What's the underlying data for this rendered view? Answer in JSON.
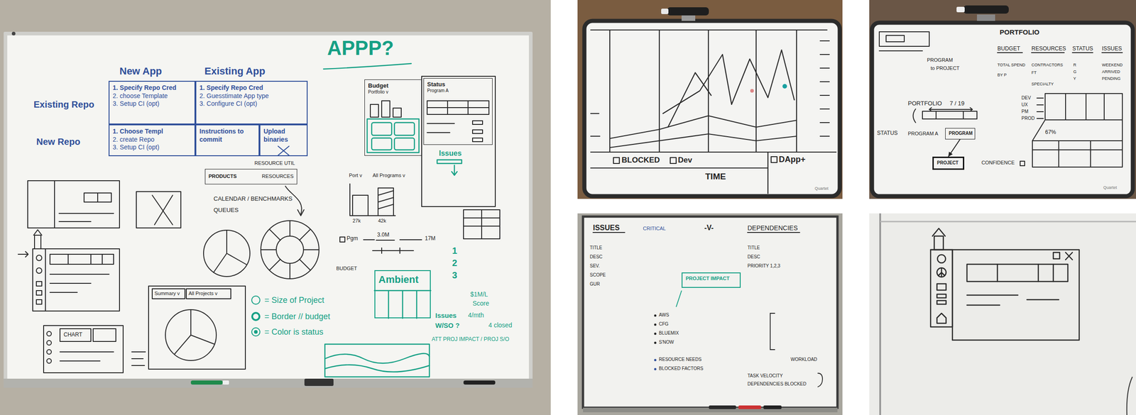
{
  "diagram": {
    "nodes": [
      {
        "text": [
          "1. Specify Repo Cred",
          "2. choose Template",
          "3. Setup CI (opt)"
        ]
      },
      {
        "text": [
          "1. Specify Repo Cred",
          "2. Guesstimate App type",
          "3. Configure CI (opt)"
        ]
      },
      {
        "text": [
          "1. Choose Templ",
          "2. create Repo",
          "3. Setup CI (opt)"
        ]
      },
      {
        "text": [
          "Instructions to commit"
        ]
      },
      {
        "text": [
          "Upload binaries"
        ]
      },
      {
        "text": [
          "Budget",
          "Portfolio v"
        ]
      },
      {
        "text": [
          "Status",
          "Program A"
        ]
      },
      {
        "text": [
          "PRODUCTS",
          "RESOURCES"
        ]
      },
      {
        "text": [
          "Ambient"
        ]
      },
      {
        "text": [
          "PROGRAM"
        ]
      },
      {
        "text": [
          "PROJECT"
        ]
      },
      {
        "text": [
          "PROJECT IMPACT"
        ]
      }
    ],
    "edges": [
      {
        "from": 9,
        "to": 10,
        "arrow": "to"
      }
    ],
    "labels": [
      "New App",
      "Existing App",
      "Existing Repo",
      "New Repo",
      "APPP?",
      "RESOURCE UTIL",
      "CALENDAR / BENCHMARKS",
      "QUEUES",
      "Summary v",
      "All Projects v",
      "CHART",
      "Port v",
      "All Programs v",
      "27k",
      "42k",
      "Pgm",
      "3.0M",
      "17M",
      "BUDGET",
      "1",
      "2",
      "3",
      "$1M/L",
      "Score",
      "Issues",
      "Issues",
      "W/SO ?",
      "4/mth",
      "4 closed",
      "ATT PROJ IMPACT / PROJ S/O",
      "BLOCKED",
      "Dev",
      "DApp+",
      "TIME",
      "Quartet",
      "PORTFOLIO",
      "BUDGET",
      "RESOURCES",
      "STATUS",
      "ISSUES",
      "TOTAL SPEND",
      "CONTRACTORS",
      "FT",
      "SPECIALTY",
      "R",
      "G",
      "Y",
      "WEEKEND",
      "ARRIVED",
      "PENDING",
      "BY P",
      "PROGRAM",
      "to PROJECT",
      "PORTFOLIO",
      "7 / 19",
      "STATUS",
      "PROGRAM A",
      "DEV",
      "UX",
      "PM",
      "PROD",
      "67%",
      "CONFIDENCE",
      "Quartet",
      "ISSUES",
      "CRITICAL",
      "-V-",
      "DEPENDENCIES",
      "TITLE",
      "DESC",
      "SEV.",
      "SCOPE",
      "GUR",
      "TITLE",
      "DESC",
      "PRIORITY 1,2,3",
      "AWS",
      "CFG",
      "BLUEMIX",
      "S'NOW",
      "RESOURCE NEEDS",
      "BLOCKED FACTORS",
      "WORKLOAD",
      "TASK VELOCITY",
      "DEPENDENCIES BLOCKED"
    ],
    "legend": [
      {
        "text": "= Size of Project"
      },
      {
        "text": "= Border // budget"
      },
      {
        "text": "= Color is status"
      }
    ]
  }
}
